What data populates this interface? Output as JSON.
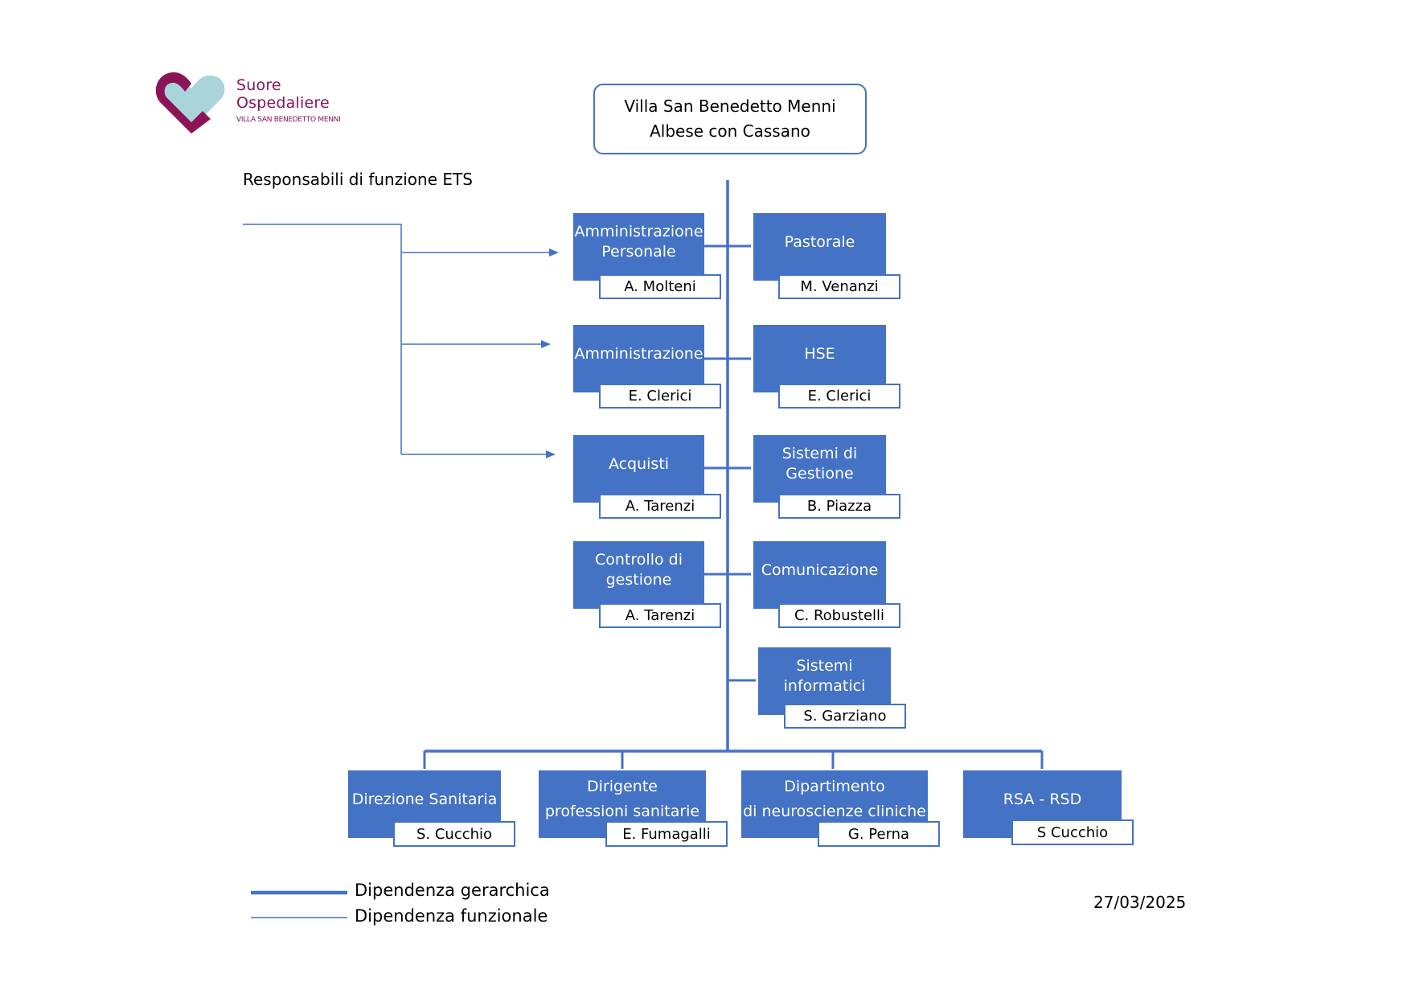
{
  "logo": {
    "line1": "Suore",
    "line2": "Ospedaliere",
    "line3": "VILLA SAN BENEDETTO MENNI",
    "colors": {
      "magenta": "#8b1456",
      "light_blue": "#a9d5da"
    }
  },
  "root": {
    "line1": "Villa San Benedetto Menni",
    "line2": "Albese con Cassano"
  },
  "responsabili_label": "Responsabili di funzione ETS",
  "left_units": [
    {
      "title": [
        "Amministrazione",
        "Personale"
      ],
      "name": "A. Molteni"
    },
    {
      "title": [
        "Amministrazione"
      ],
      "name": "E. Clerici"
    },
    {
      "title": [
        "Acquisti"
      ],
      "name": "A. Tarenzi"
    },
    {
      "title": [
        "Controllo di",
        "gestione"
      ],
      "name": "A. Tarenzi"
    }
  ],
  "right_units": [
    {
      "title": [
        "Pastorale"
      ],
      "name": "M. Venanzi"
    },
    {
      "title": [
        "HSE"
      ],
      "name": "E. Clerici"
    },
    {
      "title": [
        "Sistemi di",
        "Gestione"
      ],
      "name": "B. Piazza"
    },
    {
      "title": [
        "Comunicazione"
      ],
      "name": "C. Robustelli"
    },
    {
      "title": [
        "Sistemi",
        "informatici"
      ],
      "name": "S. Garziano"
    }
  ],
  "bottom_units": [
    {
      "title": [
        "Direzione Sanitaria"
      ],
      "name": "S. Cucchio"
    },
    {
      "title": [
        "Dirigente",
        "professioni sanitarie"
      ],
      "name": "E. Fumagalli"
    },
    {
      "title": [
        "Dipartimento",
        "di neuroscienze cliniche"
      ],
      "name": "G. Perna"
    },
    {
      "title": [
        "RSA - RSD"
      ],
      "name": "S Cucchio"
    }
  ],
  "legend": {
    "gerarchica": "Dipendenza gerarchica",
    "funzionale": "Dipendenza funzionale"
  },
  "date": "27/03/2025",
  "colors": {
    "box": "#4472c4",
    "line": "#4472c4"
  }
}
